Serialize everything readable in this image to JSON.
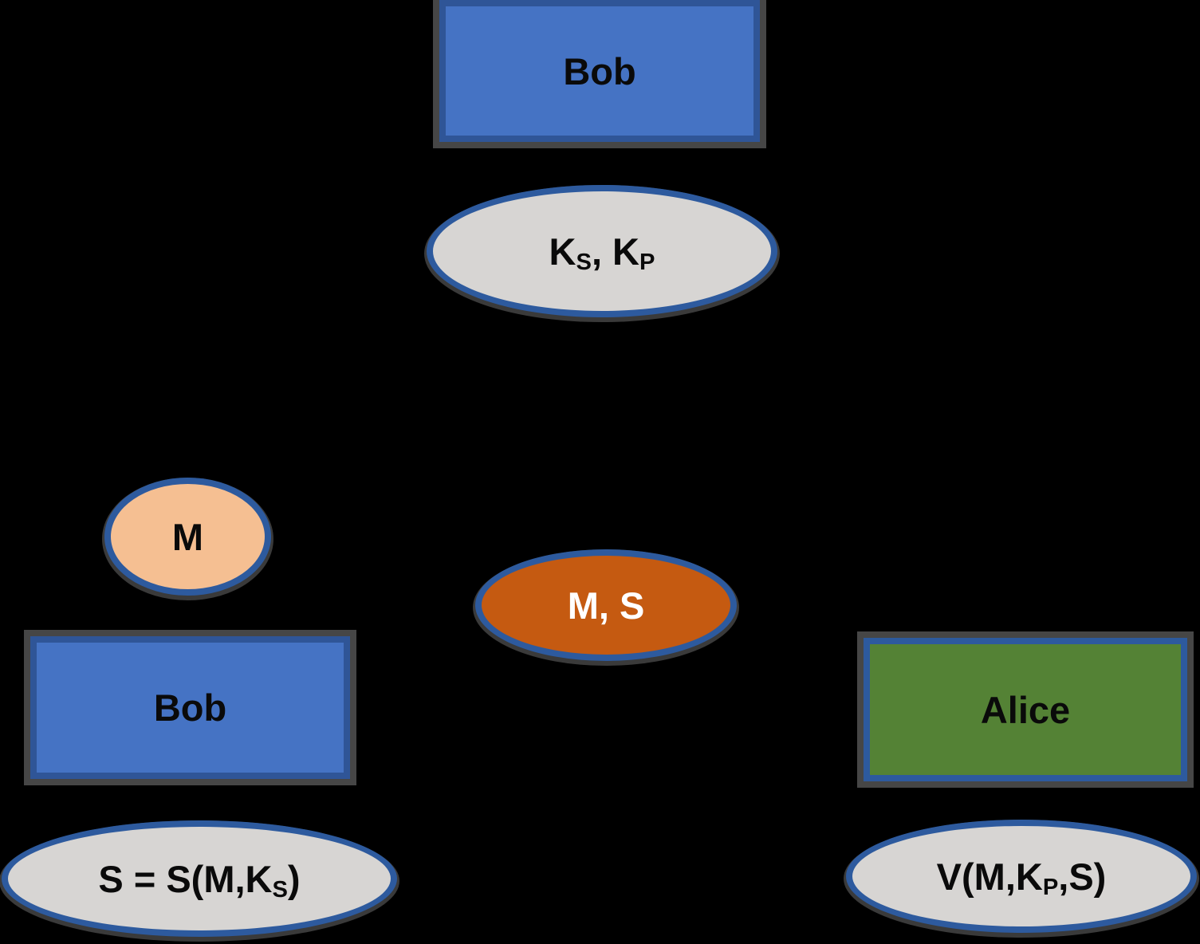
{
  "background_color": "#000000",
  "colors": {
    "rect_blue_fill": "#4573C4",
    "rect_blue_border": "#2F5597",
    "rect_green_fill": "#548235",
    "ellipse_border_blue": "#2D5A9E",
    "ellipse_gray_fill": "#D7D5D3",
    "ellipse_peach_fill": "#F5BF92",
    "ellipse_orange_fill": "#C55A11",
    "outline_shadow_gray": "#464646",
    "text_dark": "#0A0A0A",
    "text_light": "#FFFFFF"
  },
  "nodes": {
    "bob_top": {
      "label": "Bob"
    },
    "keys": {
      "p1": "K",
      "s1": "S",
      "p2": ", K",
      "s2": "P"
    },
    "message": {
      "label": "M"
    },
    "bob_left": {
      "label": "Bob"
    },
    "signature": {
      "p1": "S = S(M,K",
      "s1": "S",
      "p2": ")"
    },
    "message_sig": {
      "label": "M, S"
    },
    "alice": {
      "label": "Alice"
    },
    "verify": {
      "p1": "V(M,K",
      "s1": "P",
      "p2": ",S)"
    }
  }
}
